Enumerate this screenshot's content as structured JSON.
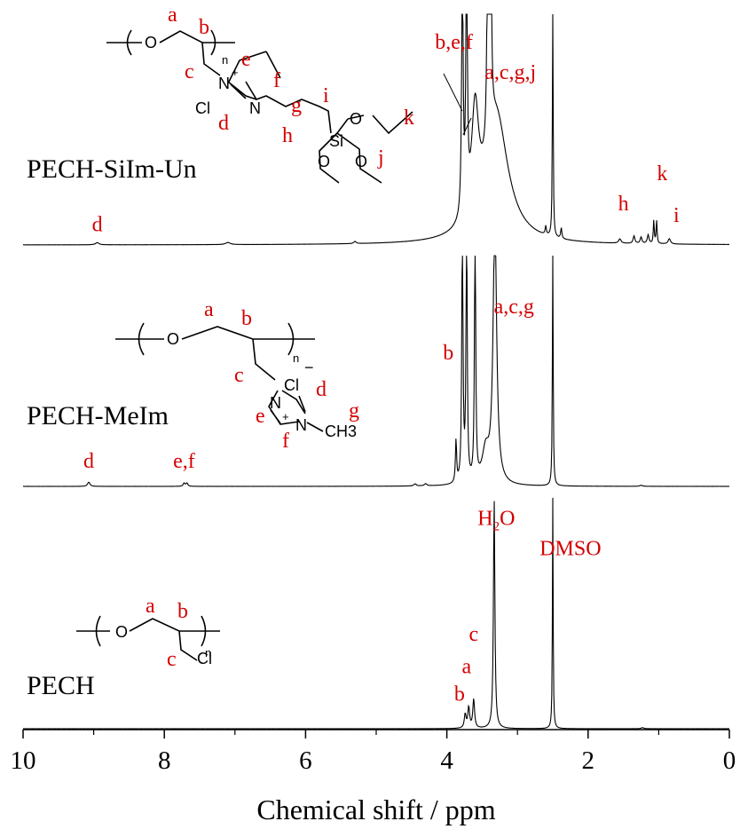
{
  "chart_data": {
    "type": "line",
    "title": "",
    "xlabel": "Chemical shift  /  ppm",
    "ylabel": "",
    "xlim": [
      10,
      0
    ],
    "x_reversed": true,
    "xticks": [
      10,
      8,
      6,
      4,
      2,
      0
    ],
    "grid": false,
    "legend": "none",
    "series": [
      {
        "name": "PECH-SiIm-Un",
        "peaks": [
          {
            "x": 8.95,
            "h": 0.02,
            "w": 0.03
          },
          {
            "x": 7.1,
            "h": 0.02,
            "w": 0.04
          },
          {
            "x": 5.3,
            "h": 0.02,
            "w": 0.02
          },
          {
            "x": 3.78,
            "h": 2.5,
            "w": 0.012
          },
          {
            "x": 3.72,
            "h": 2.5,
            "w": 0.012
          },
          {
            "x": 3.6,
            "h": 1.0,
            "w": 0.06
          },
          {
            "x": 3.42,
            "h": 2.5,
            "w": 0.012
          },
          {
            "x": 3.38,
            "h": 2.5,
            "w": 0.012
          },
          {
            "x": 3.3,
            "h": 1.2,
            "w": 0.2
          },
          {
            "x": 2.5,
            "h": 2.5,
            "w": 0.006
          },
          {
            "x": 2.38,
            "h": 0.1,
            "w": 0.01
          },
          {
            "x": 2.6,
            "h": 0.08,
            "w": 0.01
          },
          {
            "x": 1.55,
            "h": 0.04,
            "w": 0.02
          },
          {
            "x": 1.35,
            "h": 0.07,
            "w": 0.015
          },
          {
            "x": 1.25,
            "h": 0.06,
            "w": 0.015
          },
          {
            "x": 1.15,
            "h": 0.08,
            "w": 0.015
          },
          {
            "x": 1.07,
            "h": 0.22,
            "w": 0.008
          },
          {
            "x": 1.03,
            "h": 0.22,
            "w": 0.008
          },
          {
            "x": 0.85,
            "h": 0.05,
            "w": 0.02
          }
        ],
        "annotations": [
          {
            "text": "b,e,f",
            "x": 3.9,
            "level": 0.85
          },
          {
            "text": "a,c,g,j",
            "x": 3.1,
            "level": 0.72
          },
          {
            "text": "d",
            "x": 8.95,
            "level": 0.06
          },
          {
            "text": "h",
            "x": 1.5,
            "level": 0.15
          },
          {
            "text": "k",
            "x": 0.95,
            "level": 0.28
          },
          {
            "text": "i",
            "x": 0.75,
            "level": 0.1
          }
        ],
        "structure_labels": [
          "a",
          "b",
          "c",
          "n",
          "e",
          "f",
          "d",
          "g",
          "h",
          "i",
          "j",
          "k",
          "Cl",
          "N",
          "+",
          "Si",
          "O"
        ]
      },
      {
        "name": "PECH-MeIm",
        "peaks": [
          {
            "x": 9.07,
            "h": 0.04,
            "w": 0.02
          },
          {
            "x": 7.72,
            "h": 0.03,
            "w": 0.015
          },
          {
            "x": 7.68,
            "h": 0.03,
            "w": 0.015
          },
          {
            "x": 4.45,
            "h": 0.02,
            "w": 0.02
          },
          {
            "x": 4.3,
            "h": 0.02,
            "w": 0.02
          },
          {
            "x": 3.87,
            "h": 0.4,
            "w": 0.01
          },
          {
            "x": 3.78,
            "h": 2.5,
            "w": 0.01
          },
          {
            "x": 3.72,
            "h": 2.5,
            "w": 0.01
          },
          {
            "x": 3.6,
            "h": 2.5,
            "w": 0.01
          },
          {
            "x": 3.45,
            "h": 0.3,
            "w": 0.06
          },
          {
            "x": 3.32,
            "h": 2.5,
            "w": 0.03
          },
          {
            "x": 2.5,
            "h": 2.5,
            "w": 0.006
          },
          {
            "x": 1.25,
            "h": 0.01,
            "w": 0.02
          }
        ],
        "annotations": [
          {
            "text": "b",
            "x": 3.98,
            "level": 0.55
          },
          {
            "text": "a,c,g",
            "x": 3.05,
            "level": 0.75
          },
          {
            "text": "d",
            "x": 9.07,
            "level": 0.08
          },
          {
            "text": "e,f",
            "x": 7.72,
            "level": 0.08
          }
        ],
        "structure_labels": [
          "a",
          "b",
          "c",
          "n",
          "Cl",
          "−",
          "d",
          "e",
          "f",
          "g",
          "N",
          "+",
          "O",
          "CH3"
        ]
      },
      {
        "name": "PECH",
        "peaks": [
          {
            "x": 3.74,
            "h": 0.12,
            "w": 0.015
          },
          {
            "x": 3.69,
            "h": 0.18,
            "w": 0.015
          },
          {
            "x": 3.62,
            "h": 0.25,
            "w": 0.015
          },
          {
            "x": 3.33,
            "h": 2.0,
            "w": 0.012
          },
          {
            "x": 2.5,
            "h": 2.0,
            "w": 0.006
          },
          {
            "x": 1.23,
            "h": 0.01,
            "w": 0.02
          }
        ],
        "annotations": [
          {
            "text": "H2O",
            "x": 3.3,
            "level": 0.88
          },
          {
            "text": "DMSO",
            "x": 2.25,
            "level": 0.75
          },
          {
            "text": "c",
            "x": 3.62,
            "level": 0.38
          },
          {
            "text": "a",
            "x": 3.72,
            "level": 0.24
          },
          {
            "text": "b",
            "x": 3.82,
            "level": 0.12
          }
        ],
        "structure_labels": [
          "a",
          "b",
          "c",
          "n",
          "Cl",
          "O"
        ]
      }
    ]
  }
}
